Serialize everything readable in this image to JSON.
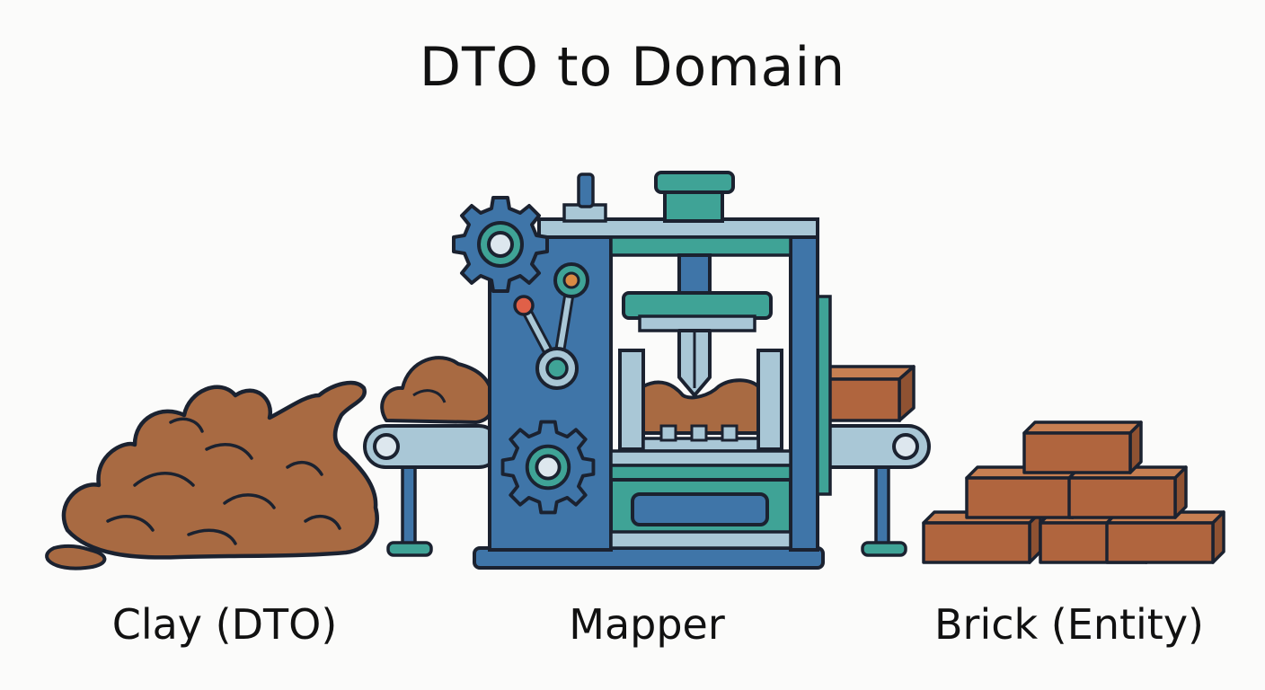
{
  "title": "DTO to Domain",
  "labels": {
    "clay": "Clay (DTO)",
    "mapper": "Mapper",
    "brick": "Brick (Entity)"
  },
  "colors": {
    "clay": "#a86a42",
    "brick": "#b0653e",
    "machine_blue": "#3f75a8",
    "machine_teal": "#3fa396",
    "machine_light": "#a9c7d6",
    "outline": "#1b2230",
    "accent_red": "#e06048",
    "accent_orange": "#d88a44"
  },
  "icons": [
    "clay-pile-icon",
    "gear-icon",
    "press-machine-icon",
    "conveyor-belt-icon",
    "brick-stack-icon"
  ]
}
